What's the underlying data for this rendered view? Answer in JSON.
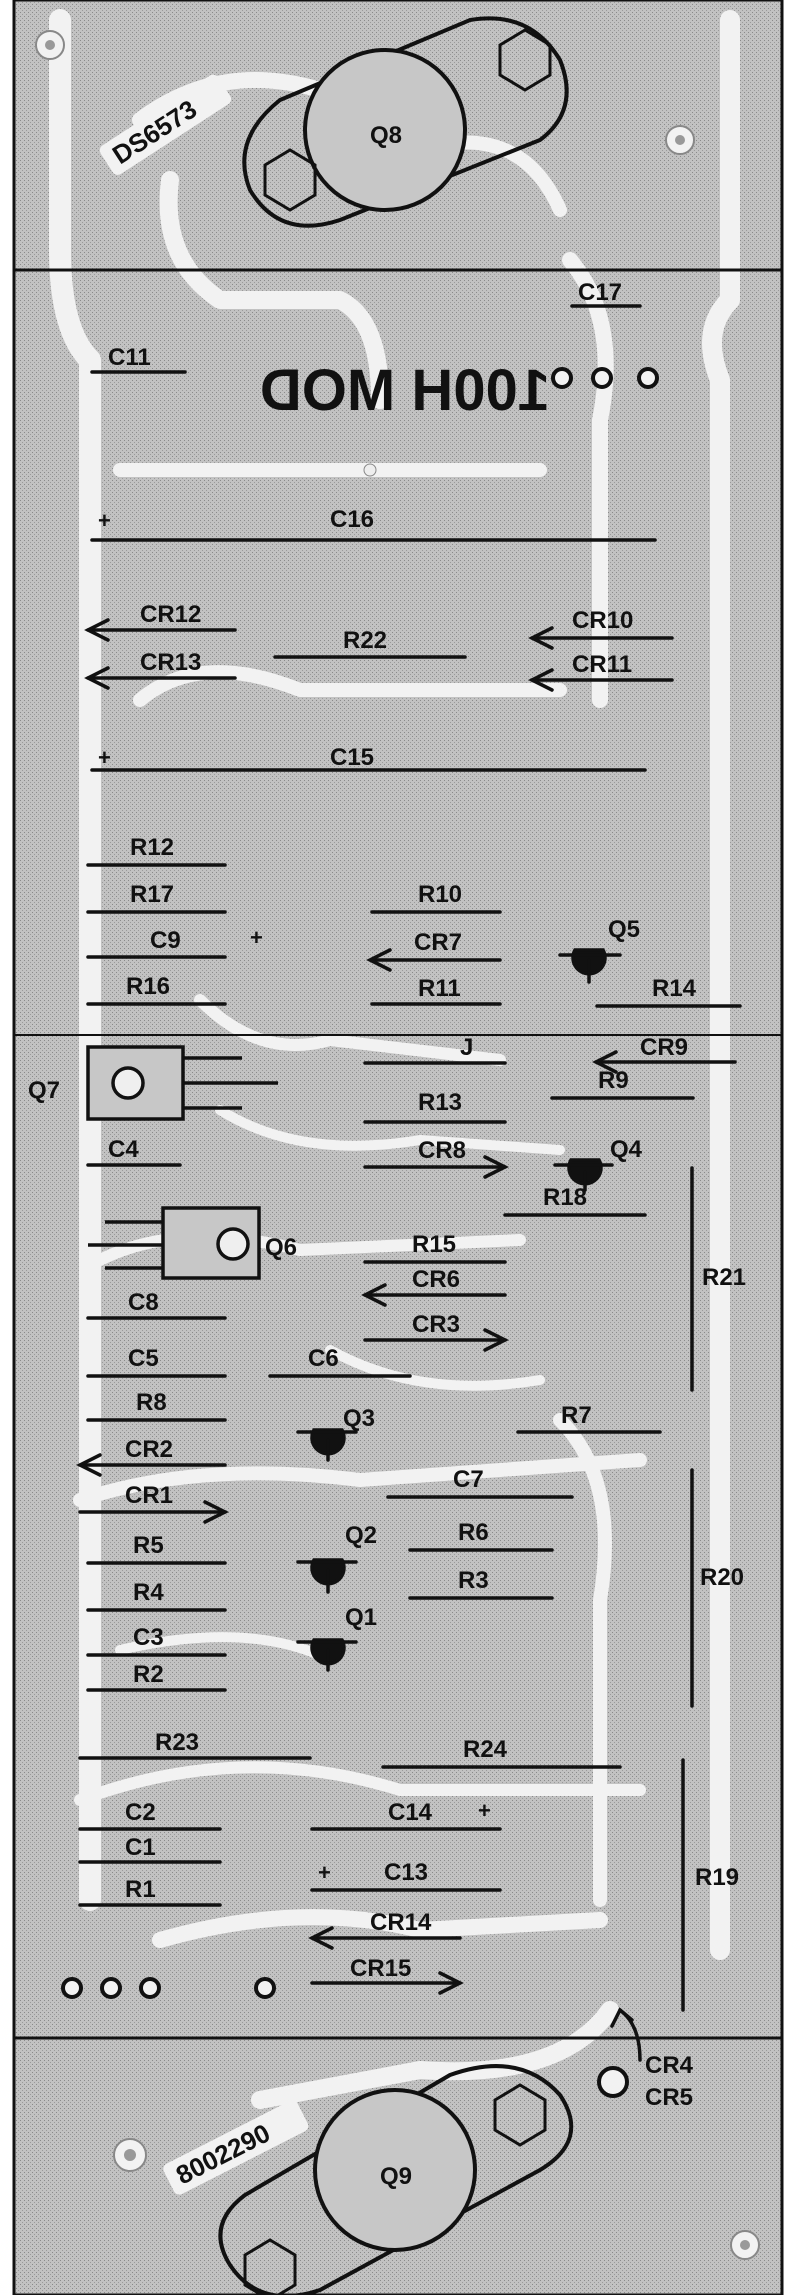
{
  "board": {
    "stamp_top": "DS6573",
    "stamp_bottom": "8002290",
    "mirrored_text": "100H MOD"
  },
  "components": {
    "Q8": "Q8",
    "Q9": "Q9",
    "C17": "C17",
    "C11": "C11",
    "C16": "C16",
    "CR12": "CR12",
    "CR13": "CR13",
    "R22": "R22",
    "CR10": "CR10",
    "CR11": "CR11",
    "C15": "C15",
    "R12": "R12",
    "R17": "R17",
    "C9": "C9",
    "R16": "R16",
    "R10": "R10",
    "CR7": "CR7",
    "R11": "R11",
    "Q5": "Q5",
    "R14": "R14",
    "Q7": "Q7",
    "J": "J",
    "CR9": "CR9",
    "R13": "R13",
    "R9": "R9",
    "C4": "C4",
    "CR8": "CR8",
    "Q4": "Q4",
    "R18": "R18",
    "Q6": "Q6",
    "R15": "R15",
    "CR6": "CR6",
    "R21": "R21",
    "C8": "C8",
    "CR3": "CR3",
    "C5": "C5",
    "C6": "C6",
    "R8": "R8",
    "Q3": "Q3",
    "R7": "R7",
    "CR2": "CR2",
    "C7": "C7",
    "CR1": "CR1",
    "R6": "R6",
    "R5": "R5",
    "Q2": "Q2",
    "R20": "R20",
    "R4": "R4",
    "R3": "R3",
    "C3": "C3",
    "Q1": "Q1",
    "R2": "R2",
    "R23": "R23",
    "R24": "R24",
    "C2": "C2",
    "C14": "C14",
    "C1": "C1",
    "C13": "C13",
    "R19": "R19",
    "R1": "R1",
    "CR14": "CR14",
    "CR15": "CR15",
    "CR4": "CR4",
    "CR5": "CR5"
  },
  "polarity": {
    "plus": "+"
  },
  "colors": {
    "board_fill": "#bfbfbf",
    "trace": "#f2f2f2",
    "ink": "#111111",
    "paper": "#ffffff"
  }
}
